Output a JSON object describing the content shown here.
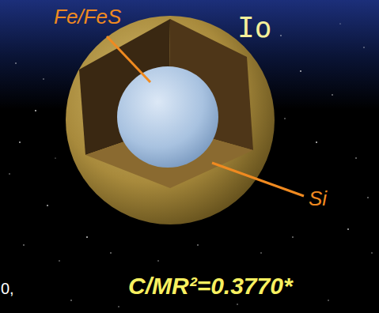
{
  "diagram": {
    "title": "Io",
    "labels": [
      "Fe/FeS",
      "Si",
      "0,",
      "C/MR²=0.3770*"
    ]
  }
}
